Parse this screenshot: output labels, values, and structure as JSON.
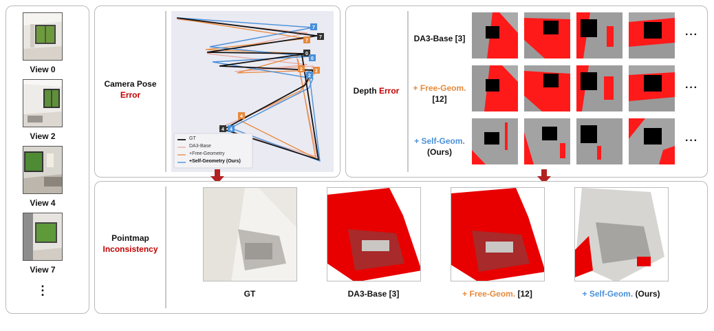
{
  "views": {
    "labels": [
      "View 0",
      "View 2",
      "View 4",
      "View 7"
    ],
    "ellipsis": "⋮"
  },
  "camera_pose": {
    "label_main": "Camera Pose",
    "label_error": "Error",
    "legend": [
      "GT",
      "DA3-Base",
      "+Free-Geometry",
      "+Self-Geometry (Ours)"
    ],
    "markers": {
      "gt": [
        "7",
        "0",
        "2",
        "4"
      ],
      "free": [
        "7",
        "0",
        "2",
        "4"
      ],
      "self": [
        "7",
        "0",
        "2",
        "4"
      ]
    },
    "colors": {
      "gt": "#111111",
      "da3": "#e8a8a0",
      "free": "#e8893a",
      "self": "#4a90d9"
    }
  },
  "depth": {
    "label_main": "Depth",
    "label_error": "Error",
    "rows": [
      {
        "part1": "DA3-Base [3]",
        "part2": ""
      },
      {
        "part1": "+ Free-Geom.",
        "part2": "[12]"
      },
      {
        "part1": "+ Self-Geom.",
        "part2": "(Ours)"
      }
    ],
    "ellipsis": "···"
  },
  "pointmap": {
    "label_main": "Pointmap",
    "label_error": "Inconsistency",
    "items": [
      {
        "pre": "",
        "main": "GT"
      },
      {
        "pre": "",
        "main": "DA3-Base [3]"
      },
      {
        "pre": "+ Free-Geom.",
        "main": " [12]"
      },
      {
        "pre": "+ Self-Geom.",
        "main": " (Ours)"
      }
    ]
  },
  "colors": {
    "error_red": "#c00000",
    "free_orange": "#e8893a",
    "self_blue": "#4a90d9",
    "arrow": "#b22222"
  }
}
